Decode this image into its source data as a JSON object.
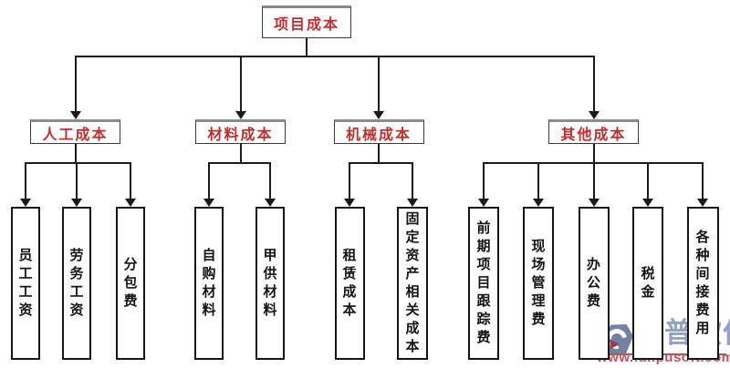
{
  "diagram": {
    "root": {
      "label": "项目成本"
    },
    "branches": [
      {
        "label": "人工成本",
        "children": [
          {
            "label": "员工工资"
          },
          {
            "label": "劳务工资"
          },
          {
            "label": "分包费"
          }
        ]
      },
      {
        "label": "材料成本",
        "children": [
          {
            "label": "自购材料"
          },
          {
            "label": "甲供材料"
          }
        ]
      },
      {
        "label": "机械成本",
        "children": [
          {
            "label": "租赁成本"
          },
          {
            "label": "固定资产相关成本"
          }
        ]
      },
      {
        "label": "其他成本",
        "children": [
          {
            "label": "前期项目跟踪费"
          },
          {
            "label": "现场管理费"
          },
          {
            "label": "办公费"
          },
          {
            "label": "税金"
          },
          {
            "label": "各种间接费用"
          }
        ]
      }
    ]
  },
  "watermark": {
    "brand": "泛普软件",
    "url": "www.fanpusoft.com",
    "logo_icon": "fanpu-logo-icon"
  },
  "colors": {
    "header_text_red": "#c22e2e",
    "leaf_text": "#141414",
    "line": "#1a1a1a",
    "box_border": "#3a3a3a",
    "box_top_shadow": "#8c8c8c",
    "watermark_brand_blue": "#8a9bc0",
    "watermark_url_red": "#c4414e",
    "watermark_logo_blue": "#67789e"
  }
}
